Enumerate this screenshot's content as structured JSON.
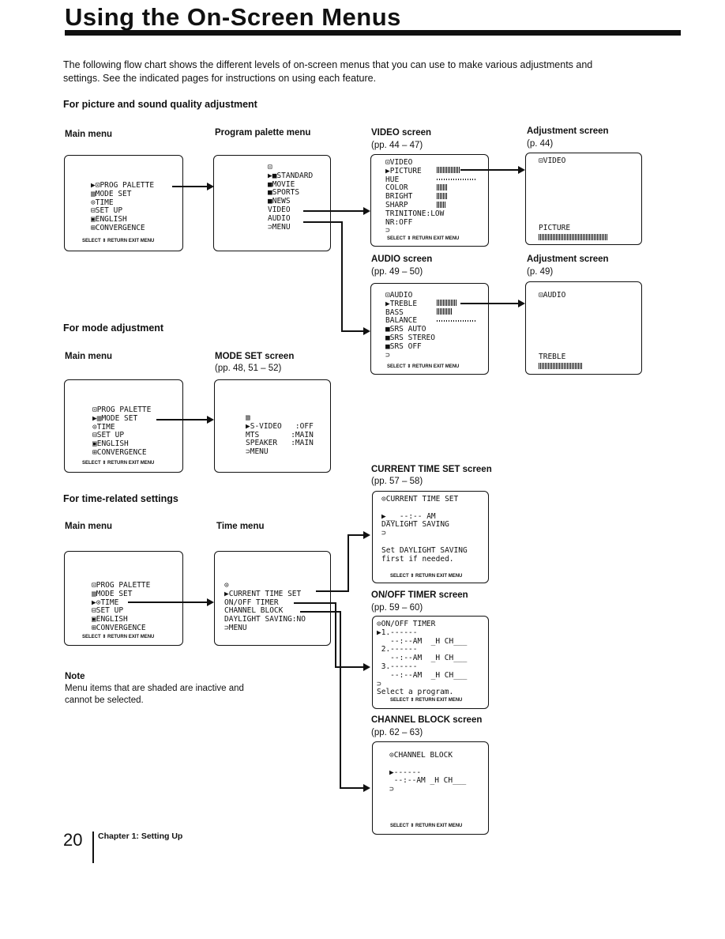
{
  "header": {
    "title": "Using the On-Screen Menus"
  },
  "intro": "The following flow chart shows the different levels of on-screen menus that you can use to make various adjustments and settings. See the indicated pages for instructions on using each feature.",
  "sections": {
    "picture": "For picture and sound quality adjustment",
    "mode": "For mode adjustment",
    "time": "For time-related settings"
  },
  "labels": {
    "main_menu": "Main menu",
    "program_palette_menu": "Program palette menu",
    "video_screen": "VIDEO screen",
    "video_pages": "(pp. 44 – 47)",
    "adjustment_screen": "Adjustment screen",
    "adj_video_pages": "(p. 44)",
    "audio_screen": "AUDIO screen",
    "audio_pages": "(pp. 49 – 50)",
    "adj_audio_pages": "(p. 49)",
    "mode_set_screen": "MODE SET screen",
    "mode_pages": "(pp. 48, 51 – 52)",
    "time_menu": "Time menu",
    "current_time_screen": "CURRENT TIME SET screen",
    "current_time_pages": "(pp. 57 – 58)",
    "onoff_screen": "ON/OFF TIMER screen",
    "onoff_pages": "(pp. 59 – 60)",
    "channel_block_screen": "CHANNEL BLOCK screen",
    "channel_block_pages": "(pp. 62 – 63)"
  },
  "screens": {
    "main1": "▶⊡PROG PALETTE\n▥MODE SET\n⊙TIME\n⊟SET UP\n▣ENGLISH\n⊞CONVERGENCE",
    "main2": "⊡PROG PALETTE\n▶▥MODE SET\n⊙TIME\n⊟SET UP\n▣ENGLISH\n⊞CONVERGENCE",
    "main3": "⊡PROG PALETTE\n▥MODE SET\n▶⊙TIME\n⊟SET UP\n▣ENGLISH\n⊞CONVERGENCE",
    "palette": "⊡\n▶■STANDARD\n■MOVIE\n■SPORTS\n■NEWS\nVIDEO\nAUDIO\n⊃MENU",
    "video": "⊡VIDEO\n▶PICTURE\nHUE\nCOLOR\nBRIGHT\nSHARP\nTRINITONE:LOW\nNR:OFF\n⊃",
    "adj_video_title": "⊡VIDEO",
    "adj_video_item": "PICTURE",
    "audio": "⊡AUDIO\n▶TREBLE\nBASS\nBALANCE\n■SRS AUTO\n■SRS STEREO\n■SRS OFF\n⊃",
    "adj_audio_title": "⊡AUDIO",
    "adj_audio_item": "TREBLE",
    "modeset": "▥\n▶S-VIDEO   :OFF\nMTS       :MAIN\nSPEAKER   :MAIN\n⊃MENU",
    "timemenu": "⊙\n▶CURRENT TIME SET\nON/OFF TIMER\nCHANNEL BLOCK\nDAYLIGHT SAVING:NO\n⊃MENU",
    "current_time": "⊙CURRENT TIME SET\n\n▶__ --:-- AM\nDAYLIGHT SAVING\n⊃\n\nSet DAYLIGHT SAVING\nfirst if needed.",
    "onoff": "⊙ON/OFF TIMER\n▶1.------\n   --:--AM  _H CH___\n 2.------\n   --:--AM  _H CH___\n 3.------\n   --:--AM  _H CH___\n⊃\nSelect a program.",
    "channel_block": "⊙CHANNEL BLOCK\n\n▶------\n --:--AM _H CH___\n⊃",
    "bottom_bar": "SELECT ⇕  RETURN   EXIT MENU"
  },
  "note": {
    "heading": "Note",
    "text": "Menu items that are shaded are inactive and cannot be selected."
  },
  "footer": {
    "page_number": "20",
    "chapter": "Chapter 1: Setting Up"
  }
}
